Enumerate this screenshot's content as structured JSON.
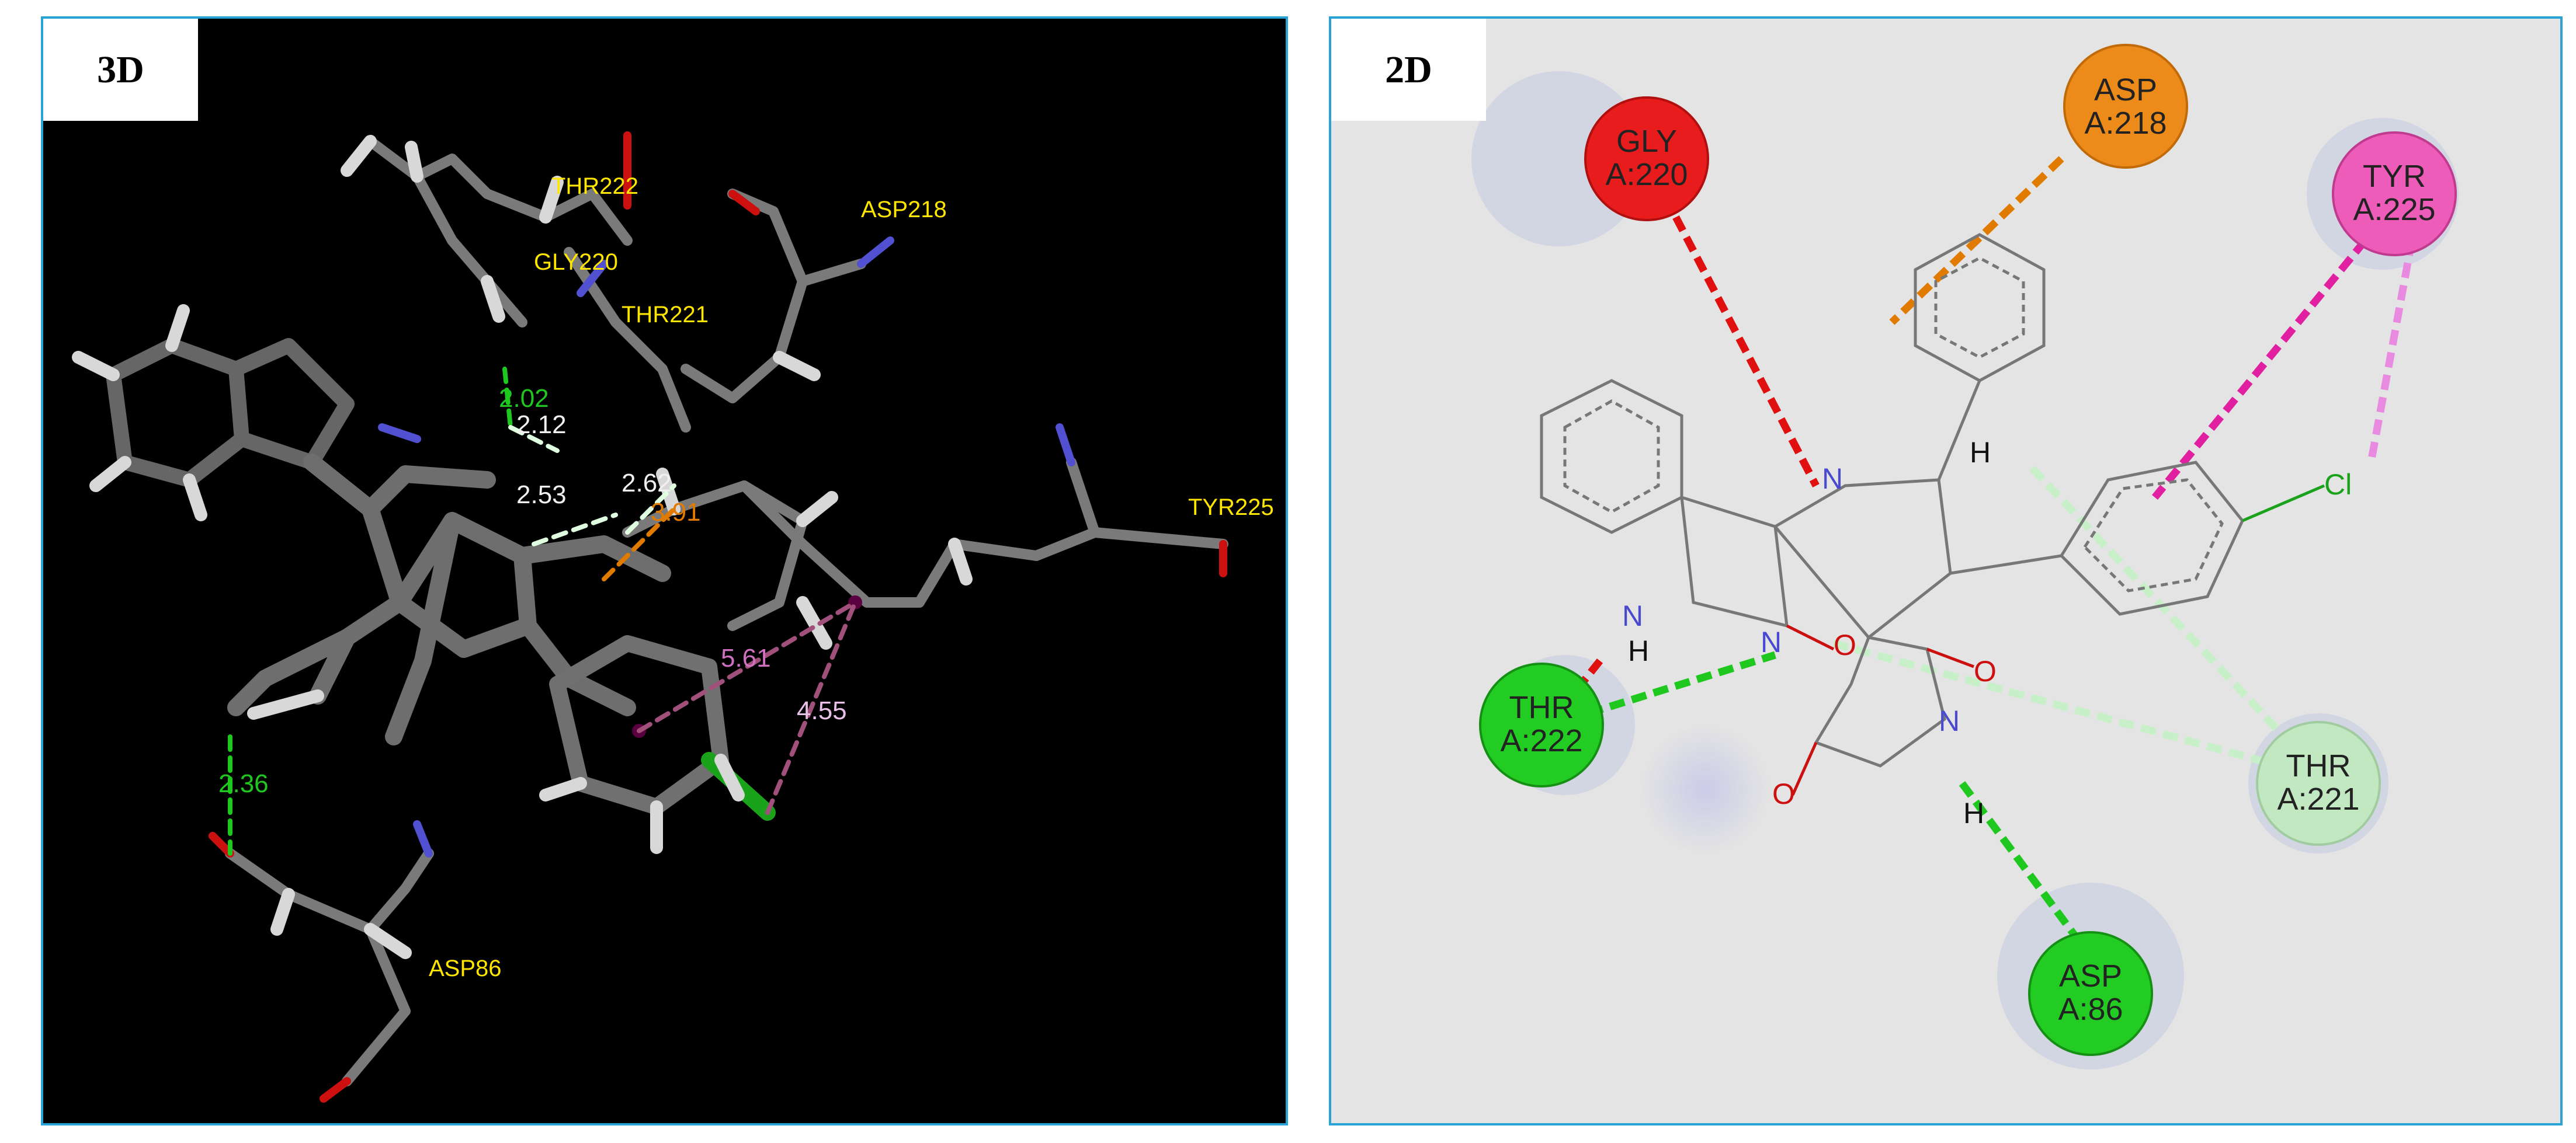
{
  "figure": {
    "panel_3d": {
      "tag": "3D",
      "residue_labels": [
        "THR222",
        "GLY220",
        "THR221",
        "ASP218",
        "TYR225",
        "ASP86"
      ],
      "distances": [
        "2.02",
        "2.12",
        "2.53",
        "2.62",
        "3.91",
        "5.61",
        "4.55",
        "2.36"
      ]
    },
    "panel_2d": {
      "tag": "2D",
      "residues": [
        {
          "line1": "GLY",
          "line2": "A:220"
        },
        {
          "line1": "ASP",
          "line2": "A:218"
        },
        {
          "line1": "TYR",
          "line2": "A:225"
        },
        {
          "line1": "THR",
          "line2": "A:222"
        },
        {
          "line1": "THR",
          "line2": "A:221"
        },
        {
          "line1": "ASP",
          "line2": "A:86"
        }
      ],
      "atom_labels": {
        "n": "N",
        "o": "O",
        "h": "H",
        "cl": "Cl"
      }
    }
  },
  "colors": {
    "panel_border": "#29a3d6",
    "residue_label_3d": "#ffe600",
    "conventional_hbond": "#1ec81e",
    "carbon_hbond": "#c8f0c8",
    "unfavorable_bump": "#e01010",
    "pi_anion": "#e07b00",
    "pi_pi": "#e020a0",
    "pi_alkyl": "#e88ae0"
  }
}
